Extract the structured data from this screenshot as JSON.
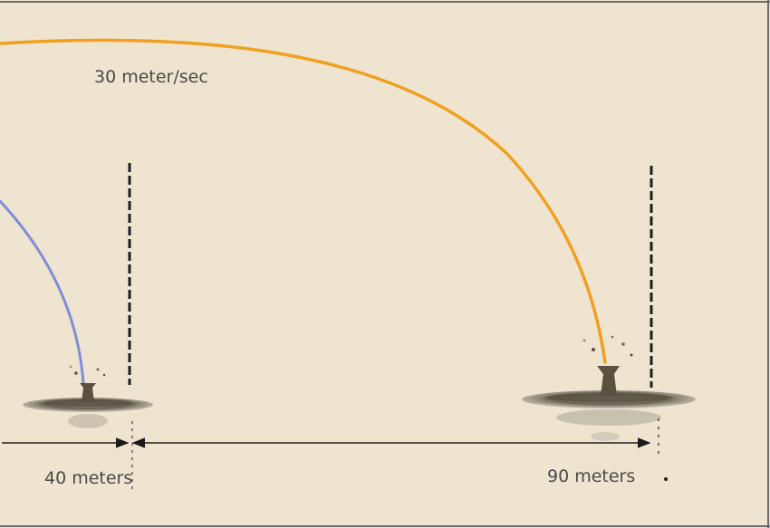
{
  "labels": {
    "speed": "30 meter/sec",
    "distance_near": "40 meters",
    "distance_far": "90 meters"
  },
  "colors": {
    "background": "#efe4cf",
    "frame": "#6b6b6b",
    "fast_trajectory": "#f0a020",
    "slow_trajectory": "#7f8ed8",
    "marker": "#1e1e1e",
    "arrow": "#1a1a1a",
    "splash_dark": "#5a5142",
    "splash_light": "#b4ad9e",
    "label_text": "#4a4a4a"
  }
}
